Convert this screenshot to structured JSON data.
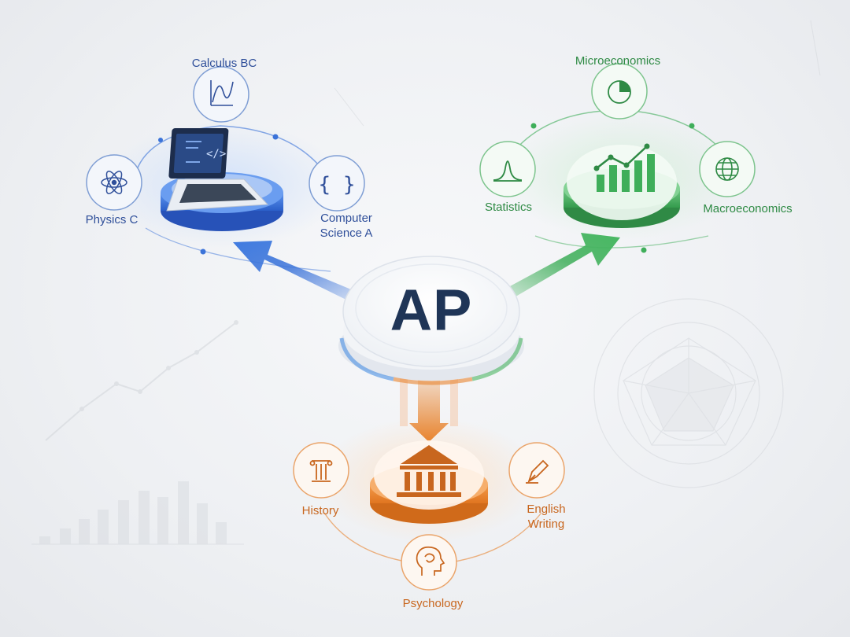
{
  "center": {
    "title": "AP"
  },
  "groups": {
    "stem": {
      "color": "#3b73d9",
      "hub_icon": "laptop-code-icon",
      "subjects": [
        {
          "label": "Calculus BC",
          "icon": "function-graph-icon"
        },
        {
          "label": "Physics C",
          "icon": "atom-icon"
        },
        {
          "label": "Computer Science A",
          "label_lines": [
            "Computer",
            "Science A"
          ],
          "icon": "curly-braces-icon"
        }
      ]
    },
    "economics": {
      "color": "#3fae5a",
      "hub_icon": "bar-chart-trend-icon",
      "subjects": [
        {
          "label": "Microeconomics",
          "icon": "pie-chart-icon"
        },
        {
          "label": "Statistics",
          "icon": "bell-curve-icon"
        },
        {
          "label": "Macroeconomics",
          "icon": "globe-icon"
        }
      ]
    },
    "humanities": {
      "color": "#e8842f",
      "hub_icon": "classical-building-icon",
      "subjects": [
        {
          "label": "History",
          "icon": "ionic-column-icon"
        },
        {
          "label": "English Writing",
          "label_lines": [
            "English",
            "Writing"
          ],
          "icon": "pen-nib-icon"
        },
        {
          "label": "Psychology",
          "icon": "head-brain-icon"
        }
      ]
    }
  }
}
